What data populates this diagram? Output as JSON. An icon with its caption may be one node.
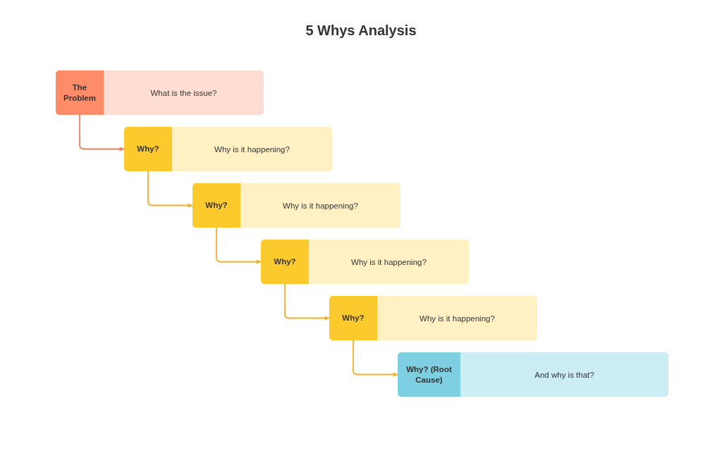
{
  "diagram": {
    "title": "5 Whys Analysis",
    "nodes": [
      {
        "text": [
          "The Problem",
          "What is the issue?"
        ]
      },
      {
        "text": [
          "Why?",
          "Why is it happening?"
        ]
      },
      {
        "text": [
          "Why?",
          "Why is it happening?"
        ]
      },
      {
        "text": [
          "Why?",
          "Why is it happening?"
        ]
      },
      {
        "text": [
          "Why?",
          "Why is it happening?"
        ]
      },
      {
        "text": [
          "Why? (Root Cause)",
          "And why is that?"
        ]
      }
    ],
    "edges": [
      {
        "from": 0,
        "to": 1,
        "arrow": "to",
        "color": "#e8825e"
      },
      {
        "from": 1,
        "to": 2,
        "arrow": "to"
      },
      {
        "from": 2,
        "to": 3,
        "arrow": "to"
      },
      {
        "from": 3,
        "to": 4,
        "arrow": "to"
      },
      {
        "from": 4,
        "to": 5,
        "arrow": "to"
      }
    ]
  }
}
